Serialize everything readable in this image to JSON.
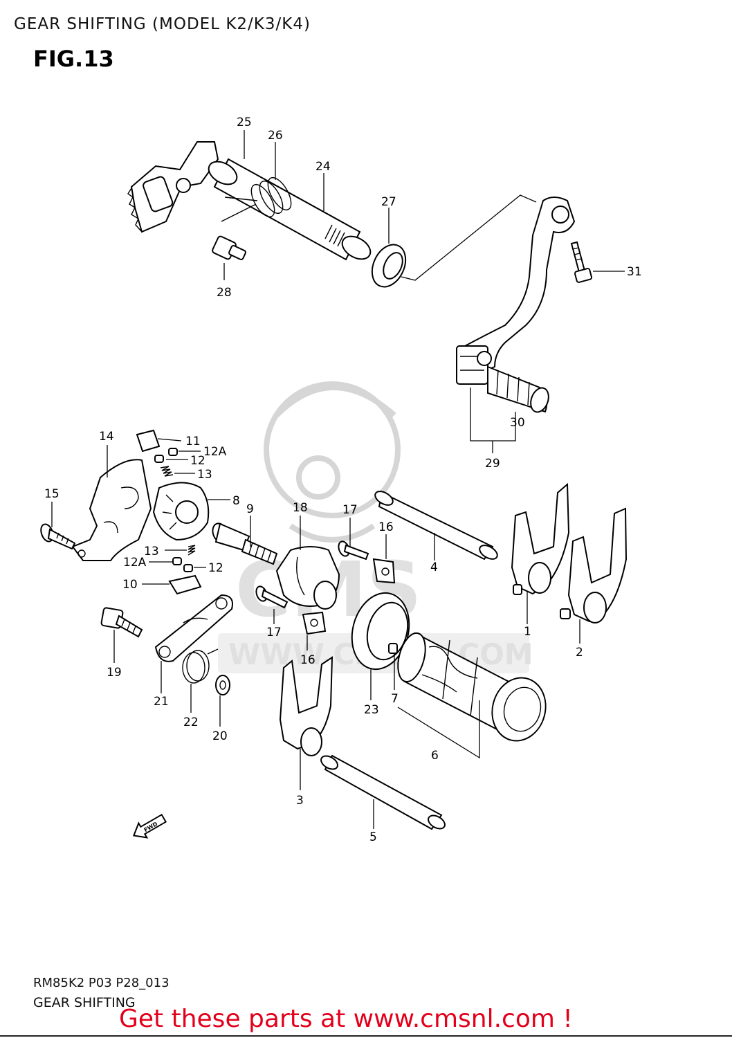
{
  "header": {
    "title": "GEAR SHIFTING (MODEL K2/K3/K4)",
    "figure": "FIG.13"
  },
  "watermark": {
    "brand": "CMS",
    "site": "WWW.CMSNL.COM"
  },
  "callouts": [
    {
      "id": "c25",
      "text": "25"
    },
    {
      "id": "c26",
      "text": "26"
    },
    {
      "id": "c24",
      "text": "24"
    },
    {
      "id": "c27",
      "text": "27"
    },
    {
      "id": "c28",
      "text": "28"
    },
    {
      "id": "c31",
      "text": "31"
    },
    {
      "id": "c30",
      "text": "30"
    },
    {
      "id": "c29",
      "text": "29"
    },
    {
      "id": "c14",
      "text": "14"
    },
    {
      "id": "c11",
      "text": "11"
    },
    {
      "id": "c12A_top",
      "text": "12A"
    },
    {
      "id": "c12_top",
      "text": "12"
    },
    {
      "id": "c13_top",
      "text": "13"
    },
    {
      "id": "c15",
      "text": "15"
    },
    {
      "id": "c8",
      "text": "8"
    },
    {
      "id": "c9",
      "text": "9"
    },
    {
      "id": "c18",
      "text": "18"
    },
    {
      "id": "c17_top",
      "text": "17"
    },
    {
      "id": "c16_top",
      "text": "16"
    },
    {
      "id": "c4",
      "text": "4"
    },
    {
      "id": "c13_low",
      "text": "13"
    },
    {
      "id": "c12A_low",
      "text": "12A"
    },
    {
      "id": "c12_low",
      "text": "12"
    },
    {
      "id": "c10",
      "text": "10"
    },
    {
      "id": "c1",
      "text": "1"
    },
    {
      "id": "c2",
      "text": "2"
    },
    {
      "id": "c17_low",
      "text": "17"
    },
    {
      "id": "c16_low",
      "text": "16"
    },
    {
      "id": "c19",
      "text": "19"
    },
    {
      "id": "c21",
      "text": "21"
    },
    {
      "id": "c22",
      "text": "22"
    },
    {
      "id": "c20",
      "text": "20"
    },
    {
      "id": "c23",
      "text": "23"
    },
    {
      "id": "c7",
      "text": "7"
    },
    {
      "id": "c6",
      "text": "6"
    },
    {
      "id": "c3",
      "text": "3"
    },
    {
      "id": "c5",
      "text": "5"
    }
  ],
  "fwd_arrow": "FWD",
  "footer": {
    "code": "RM85K2 P03 P28_013",
    "caption": "GEAR SHIFTING",
    "cta": "Get these parts at www.cmsnl.com !"
  }
}
